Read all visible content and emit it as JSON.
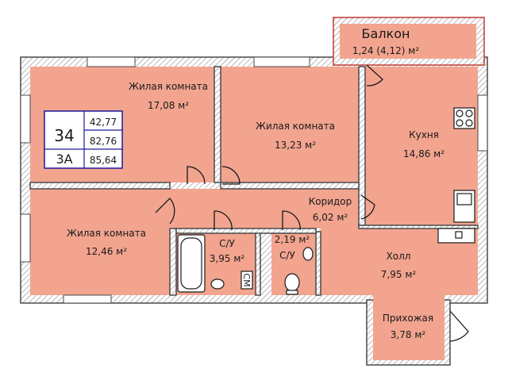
{
  "apartment": {
    "number": "34",
    "type": "3А",
    "areas": [
      "42,77",
      "82,76",
      "85,64"
    ]
  },
  "rooms": {
    "balcony": {
      "name": "Балкон",
      "area": "1,24 (4,12) м²"
    },
    "living1": {
      "name": "Жилая комната",
      "area": "17,08 м²"
    },
    "living2": {
      "name": "Жилая комната",
      "area": "13,23 м²"
    },
    "kitchen": {
      "name": "Кухня",
      "area": "14,86 м²"
    },
    "living3": {
      "name": "Жилая комната",
      "area": "12,46 м²"
    },
    "corridor": {
      "name": "Коридор",
      "area": "6,02 м²"
    },
    "bath1": {
      "name": "С/У",
      "area": "3,95 м²"
    },
    "bath2": {
      "name": "С/У",
      "area": "2,19 м²"
    },
    "hall": {
      "name": "Холл",
      "area": "7,95 м²"
    },
    "entry": {
      "name": "Прихожая",
      "area": "3,78 м²"
    }
  },
  "fixtures": {
    "washer_label": "СМ"
  },
  "colors": {
    "room_fill": "#f2a48f",
    "wall": "#4a4a4a",
    "wall_hatch": "#9a9a9a",
    "balcony_outline": "#c0392b",
    "info_box_border": "#1a1aa0"
  }
}
